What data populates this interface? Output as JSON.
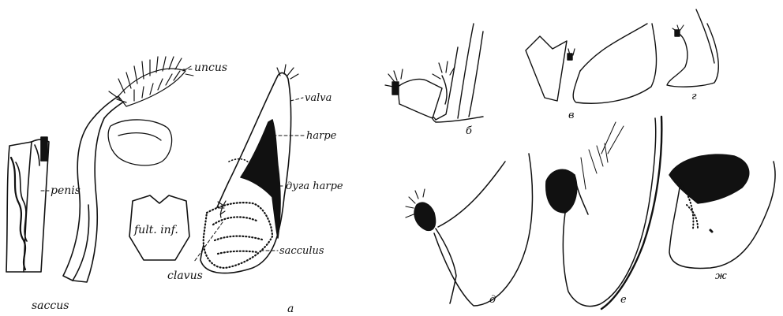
{
  "labels": {
    "uncus": "uncus",
    "valva": "valva",
    "harpe": "harpe",
    "duga_harpe": "дуга harpe",
    "penis": "penis",
    "fultura": "fult. inf.",
    "sacculus": "sacculus",
    "clavus": "clavus",
    "saccus": "saccus",
    "panel_a": "a",
    "panel_b": "б",
    "panel_v": "в",
    "panel_g": "г",
    "panel_d": "д",
    "panel_e": "е",
    "panel_zh": "ж"
  },
  "colors": {
    "ink": "#111111",
    "paper": "#ffffff"
  }
}
